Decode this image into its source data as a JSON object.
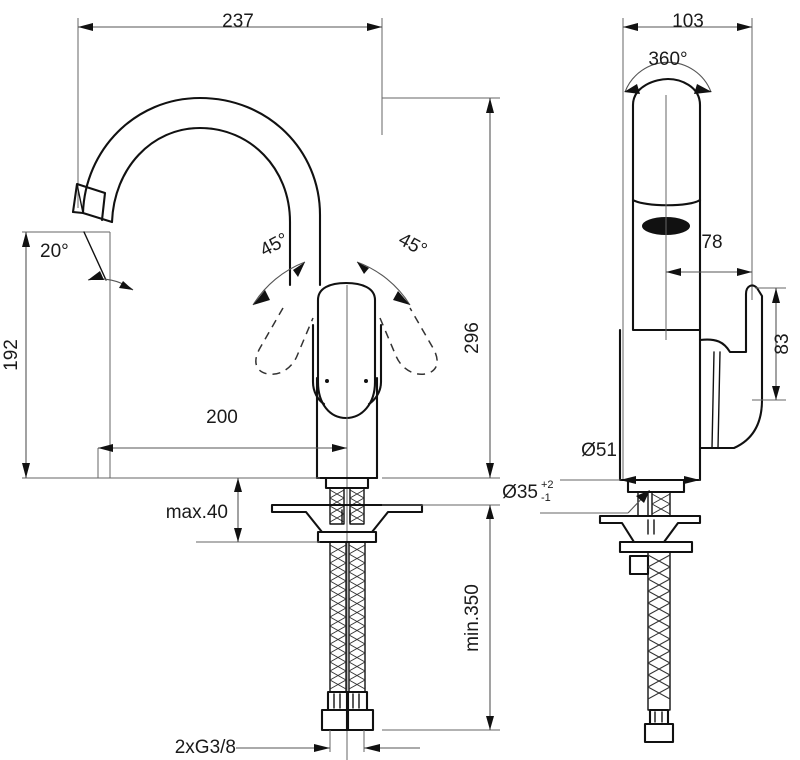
{
  "drawing": {
    "title": "Kitchen mixer tap dimensional drawing",
    "units": "mm",
    "views": [
      {
        "name": "front-view",
        "label": ""
      },
      {
        "name": "side-view",
        "label": ""
      }
    ]
  },
  "dimensions": {
    "spout_reach_total": "237",
    "spout_projection": "200",
    "spout_height": "192",
    "overall_height": "296",
    "side_width": "103",
    "handle_offset": "78",
    "handle_height": "83",
    "base_diameter": "Ø51",
    "hole_diameter": "Ø35",
    "hole_tol_plus": "+2",
    "hole_tol_minus": "-1",
    "worktop_thickness": "max.40",
    "hose_length": "min.350",
    "connection_thread": "2xG3/8",
    "swivel_left": "45°",
    "swivel_right": "45°",
    "spout_rotation": "360°",
    "aerator_angle": "20°"
  },
  "colors": {
    "line": "#111111",
    "dimension": "#555555",
    "background": "#ffffff"
  }
}
